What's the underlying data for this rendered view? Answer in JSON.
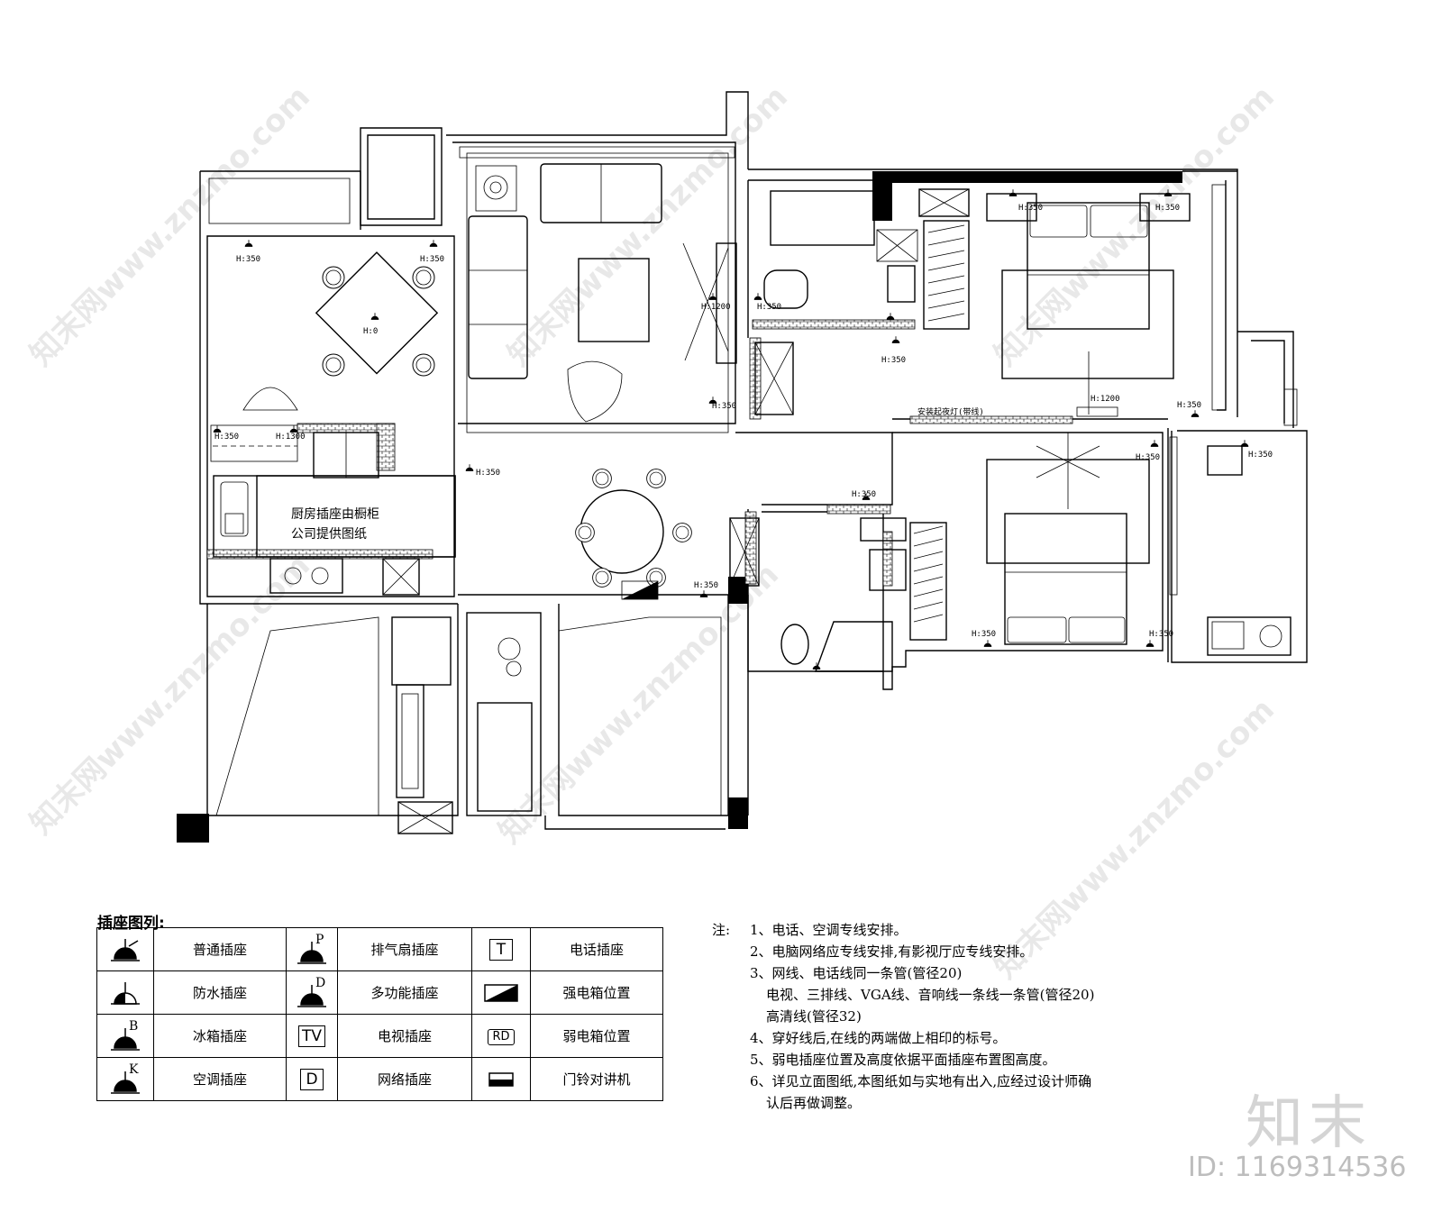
{
  "plan": {
    "kitchen_note_line1": "厨房插座由橱柜",
    "kitchen_note_line2": "公司提供图纸",
    "socket_labels": {
      "h350": "H:350",
      "h1300": "H:1300",
      "h1200": "H:1200",
      "h0": "H:0"
    },
    "corridor_note": "安装起夜灯(带线)"
  },
  "legend": {
    "title": "插座图列:",
    "rows": [
      [
        {
          "symbol": "socket-icon",
          "label": "普通插座"
        },
        {
          "symbol": "exhaust-fan-socket-icon",
          "symbol_text": "P",
          "label": "排气扇插座"
        },
        {
          "symbol": "telephone-socket-icon",
          "symbol_text": "T",
          "label": "电话插座"
        }
      ],
      [
        {
          "symbol": "waterproof-socket-icon",
          "label": "防水插座"
        },
        {
          "symbol": "multifunction-socket-icon",
          "symbol_text": "D",
          "label": "多功能插座"
        },
        {
          "symbol": "power-box-icon",
          "label": "强电箱位置"
        }
      ],
      [
        {
          "symbol": "fridge-socket-icon",
          "symbol_text": "B",
          "label": "冰箱插座"
        },
        {
          "symbol": "tv-socket-icon",
          "symbol_text": "TV",
          "label": "电视插座"
        },
        {
          "symbol": "weak-current-box-icon",
          "symbol_text": "RD",
          "label": "弱电箱位置"
        }
      ],
      [
        {
          "symbol": "ac-socket-icon",
          "symbol_text": "K",
          "label": "空调插座"
        },
        {
          "symbol": "network-socket-icon",
          "symbol_text": "D",
          "label": "网络插座"
        },
        {
          "symbol": "doorbell-intercom-icon",
          "label": "门铃对讲机"
        }
      ]
    ]
  },
  "notes": {
    "prefix": "注:",
    "items": [
      "1、电话、空调专线安排。",
      "2、电脑网络应专线安排,有影视厅应专线安排。",
      "3、网线、电话线同一条管(管径20)",
      "电视、三排线、VGA线、音响线一条线一条管(管径20)",
      "高清线(管径32)",
      "4、穿好线后,在线的两端做上相印的标号。",
      "5、弱电插座位置及高度依据平面插座布置图高度。",
      "6、详见立面图纸,本图纸如与实地有出入,应经过设计师确",
      "认后再做调整。"
    ]
  },
  "watermark": {
    "logo": "知末",
    "id": "ID: 1169314536",
    "text": "知末网www.znzmo.com"
  }
}
